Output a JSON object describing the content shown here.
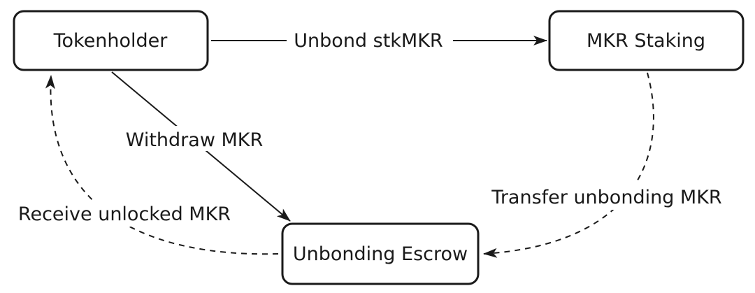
{
  "nodes": {
    "tokenholder": {
      "label": "Tokenholder"
    },
    "mkr_staking": {
      "label": "MKR Staking"
    },
    "unbonding_escrow": {
      "label": "Unbonding Escrow"
    }
  },
  "edges": {
    "unbond": {
      "label": "Unbond stkMKR",
      "style": "solid"
    },
    "withdraw": {
      "label": "Withdraw MKR",
      "style": "solid"
    },
    "transfer": {
      "label": "Transfer unbonding MKR",
      "style": "dashed"
    },
    "receive": {
      "label": "Receive unlocked MKR",
      "style": "dashed"
    }
  },
  "colors": {
    "stroke": "#1a1a1a",
    "background": "#ffffff"
  }
}
